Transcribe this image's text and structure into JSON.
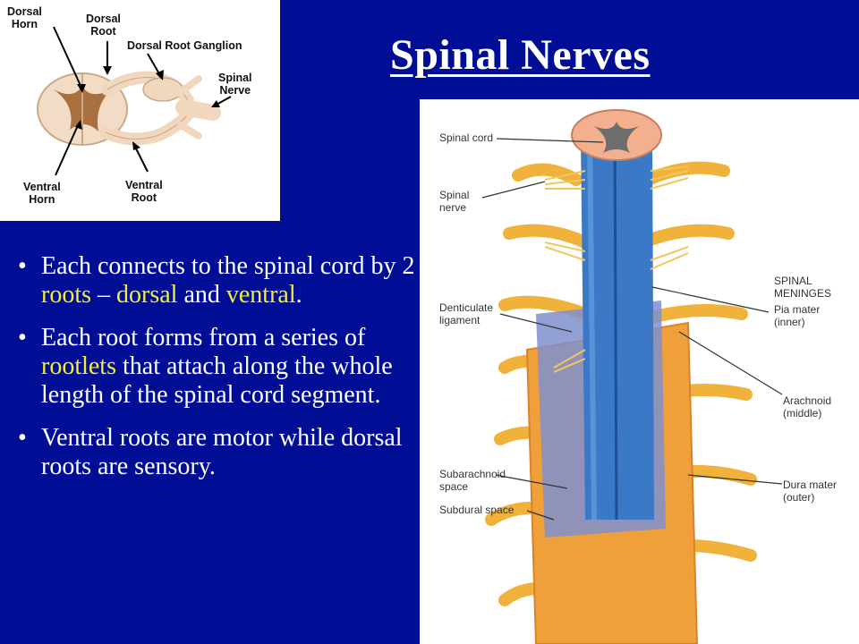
{
  "title": "Spinal Nerves",
  "inset": {
    "labels": {
      "dorsal_horn": [
        "Dorsal",
        "Horn"
      ],
      "dorsal_root": [
        "Dorsal",
        "Root"
      ],
      "ganglion": "Dorsal Root Ganglion",
      "spinal_nerve": [
        "Spinal",
        "Nerve"
      ],
      "ventral_horn": [
        "Ventral",
        "Horn"
      ],
      "ventral_root": [
        "Ventral",
        "Root"
      ]
    }
  },
  "bullets": [
    {
      "pre": "Each connects to the spinal cord by 2 ",
      "hl1": "roots",
      "mid": " – ",
      "hl2": "dorsal",
      "mid2": " and ",
      "hl3": "ventral",
      "post": "."
    },
    {
      "pre": "Each root forms from a series of ",
      "hl1": "rootlets",
      "post": " that attach along the whole length of the spinal cord segment."
    },
    {
      "text": "Ventral roots are motor while dorsal roots are sensory."
    }
  ],
  "figure": {
    "labels": {
      "spinal_cord": "Spinal cord",
      "spinal_nerve": [
        "Spinal",
        "nerve"
      ],
      "meninges": [
        "SPINAL",
        "MENINGES"
      ],
      "pia": [
        "Pia mater",
        "(inner)"
      ],
      "denticulate": [
        "Denticulate",
        "ligament"
      ],
      "arachnoid": [
        "Arachnoid",
        "(middle)"
      ],
      "subarachnoid": [
        "Subarachnoid",
        "space"
      ],
      "subdural": "Subdural space",
      "dura": [
        "Dura mater",
        "(outer)"
      ]
    }
  },
  "colors": {
    "background": "#000e96",
    "text": "#ffffff",
    "highlight": "#f4ef34",
    "title": "#ffffff"
  }
}
